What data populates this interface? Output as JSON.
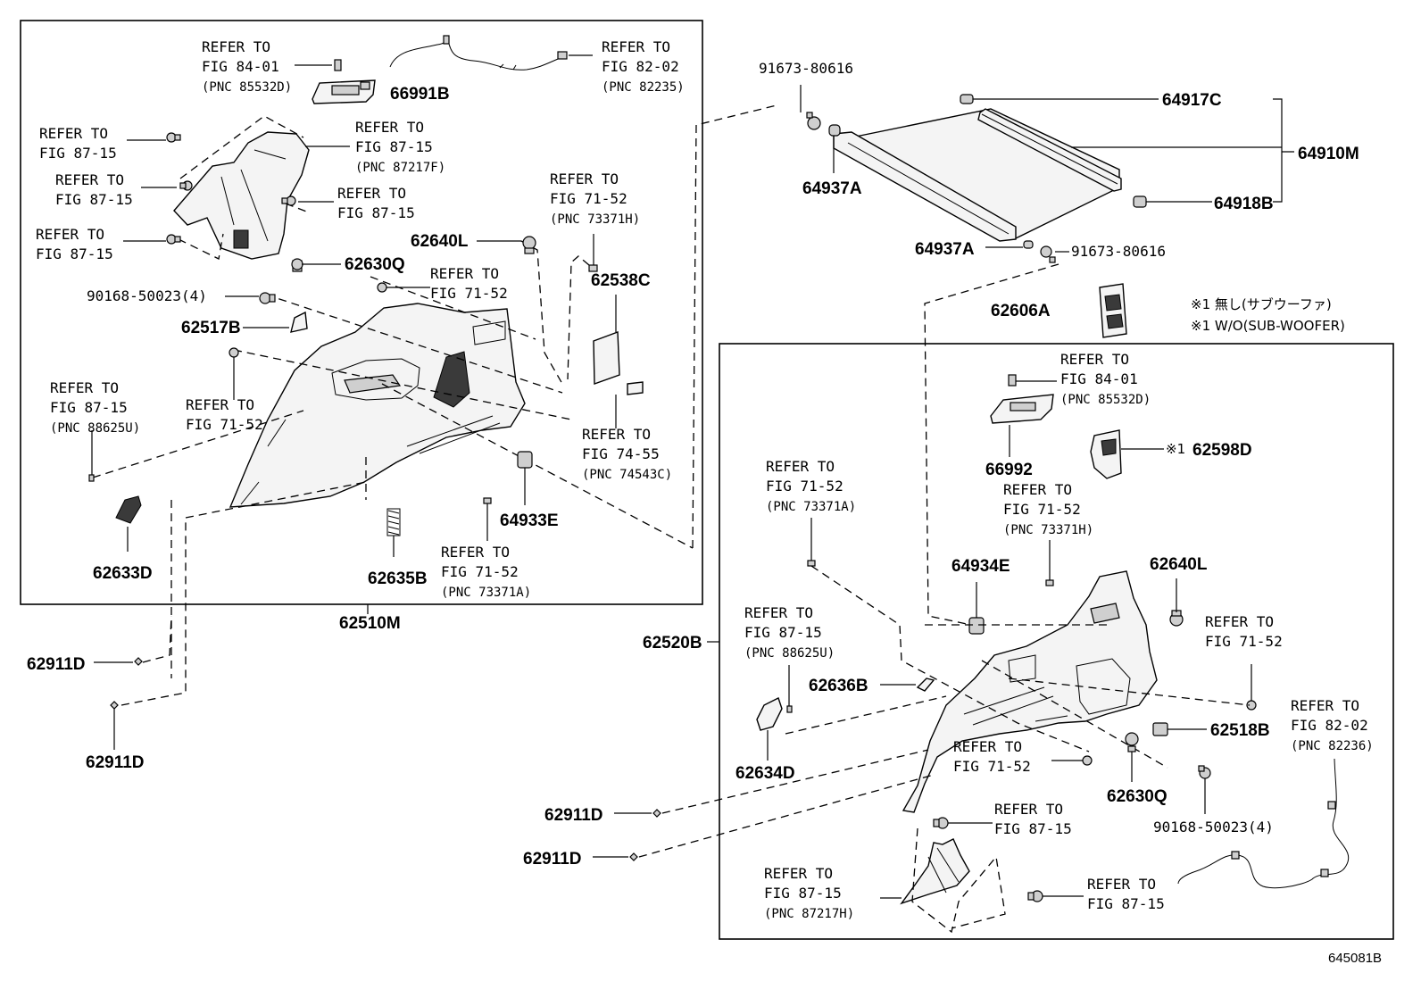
{
  "labels": {
    "p62510M": "62510M",
    "p62520B": "62520B",
    "p66991B": "66991B",
    "p62640L_a": "62640L",
    "p62630Q_a": "62630Q",
    "p62538C": "62538C",
    "p62517B": "62517B",
    "p90168_a": "90168-50023(4)",
    "p64933E": "64933E",
    "p62633D": "62633D",
    "p62635B": "62635B",
    "p62911D_a": "62911D",
    "p62911D_b": "62911D",
    "p62911D_c": "62911D",
    "p62911D_d": "62911D",
    "p91673_a": "91673-80616",
    "p91673_b": "91673-80616",
    "p64937A_a": "64937A",
    "p64937A_b": "64937A",
    "p64917C": "64917C",
    "p64910M": "64910M",
    "p64918B": "64918B",
    "p62606A": "62606A",
    "p66992": "66992",
    "p62598D": "62598D",
    "p62598D_mark": "※1",
    "p64934E": "64934E",
    "p62640L_b": "62640L",
    "p62636B": "62636B",
    "p62634D": "62634D",
    "p62518B": "62518B",
    "p62630Q_b": "62630Q",
    "p90168_b": "90168-50023(4)"
  },
  "refs": {
    "r1": [
      "REFER TO",
      "FIG 84-01",
      "(PNC 85532D)"
    ],
    "r2": [
      "REFER TO",
      "FIG 82-02",
      "(PNC 82235)"
    ],
    "r3": [
      "REFER TO",
      "FIG 87-15"
    ],
    "r4": [
      "REFER TO",
      "FIG 87-15",
      "(PNC 87217F)"
    ],
    "r5": [
      "REFER TO",
      "FIG 87-15"
    ],
    "r6": [
      "REFER TO",
      "FIG 87-15"
    ],
    "r7": [
      "REFER TO",
      "FIG 87-15"
    ],
    "r8": [
      "REFER TO",
      "FIG 71-52",
      "(PNC 73371H)"
    ],
    "r9": [
      "REFER TO",
      "FIG 71-52"
    ],
    "r10": [
      "REFER TO",
      "FIG 87-15",
      "(PNC 88625U)"
    ],
    "r11": [
      "REFER TO",
      "FIG 71-52"
    ],
    "r12": [
      "REFER TO",
      "FIG 74-55",
      "(PNC 74543C)"
    ],
    "r13": [
      "REFER TO",
      "FIG 71-52",
      "(PNC 73371A)"
    ],
    "r14": [
      "REFER TO",
      "FIG 84-01",
      "(PNC 85532D)"
    ],
    "r15": [
      "REFER TO",
      "FIG 71-52",
      "(PNC 73371A)"
    ],
    "r16": [
      "REFER TO",
      "FIG 71-52",
      "(PNC 73371H)"
    ],
    "r17": [
      "REFER TO",
      "FIG 87-15",
      "(PNC 88625U)"
    ],
    "r18": [
      "REFER TO",
      "FIG 71-52"
    ],
    "r19": [
      "REFER TO",
      "FIG 71-52"
    ],
    "r20": [
      "REFER TO",
      "FIG 82-02",
      "(PNC 82236)"
    ],
    "r21": [
      "REFER TO",
      "FIG 87-15"
    ],
    "r22": [
      "REFER TO",
      "FIG 87-15",
      "(PNC 87217H)"
    ],
    "r23": [
      "REFER TO",
      "FIG 87-15"
    ]
  },
  "notes": {
    "jp": "※1 無し(サブウーファ)",
    "en": "※1 W/O(SUB-WOOFER)"
  },
  "figure_id": "645081B"
}
